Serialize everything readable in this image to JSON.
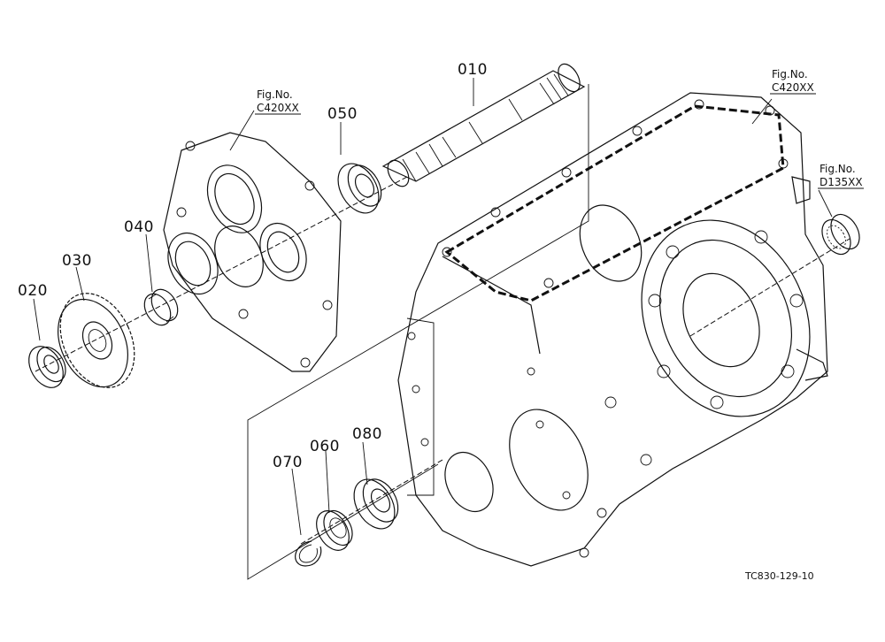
{
  "diagram": {
    "part_labels": {
      "p010": "010",
      "p020": "020",
      "p030": "030",
      "p040": "040",
      "p050": "050",
      "p060": "060",
      "p070": "070",
      "p080": "080"
    },
    "fig_refs": [
      {
        "title": "Fig.No.",
        "code": "C420XX"
      },
      {
        "title": "Fig.No.",
        "code": "C420XX"
      },
      {
        "title": "Fig.No.",
        "code": "D135XX"
      }
    ],
    "drawing_code": "TC830-129-10"
  }
}
